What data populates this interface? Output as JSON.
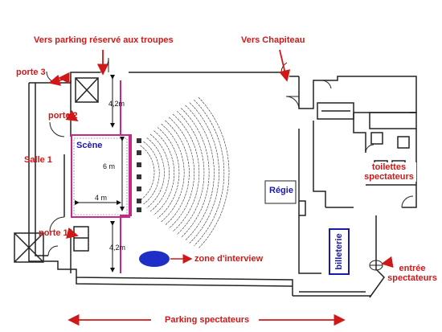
{
  "labels": {
    "parking_troupes": "Vers parking réservé aux troupes",
    "chapiteau": "Vers Chapiteau",
    "porte3": "porte 3",
    "porte2": "porte 2",
    "porte1": "porte 1",
    "salle1": "Salle 1",
    "scene": "Scène",
    "dim_6m": "6 m",
    "dim_4m": "4 m",
    "dim_42_top": "4,2m",
    "dim_42_bottom": "4,2m",
    "regie": "Régie",
    "toilettes": "toilettes spectateurs",
    "billetterie": "billeterie",
    "entree": "entrée spectateurs",
    "interview": "zone d'interview",
    "parking_spectateurs": "Parking spectateurs"
  },
  "colors": {
    "label_red": "#d01818",
    "label_blue": "#1a1aa8",
    "stage_line": "#c8278a",
    "interview_zone": "#1e2fc8",
    "walls": "#222222"
  }
}
